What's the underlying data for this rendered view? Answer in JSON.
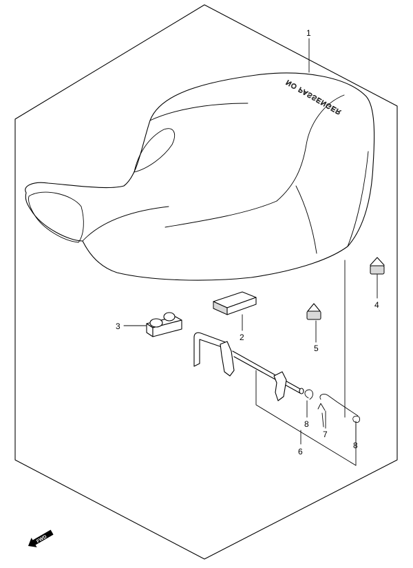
{
  "diagram": {
    "seat_inscription": "NO PASSENGER",
    "fwd_label": "FWD",
    "callouts": [
      {
        "id": "1",
        "label": "1"
      },
      {
        "id": "2",
        "label": "2"
      },
      {
        "id": "3",
        "label": "3"
      },
      {
        "id": "4",
        "label": "4"
      },
      {
        "id": "5",
        "label": "5"
      },
      {
        "id": "6",
        "label": "6"
      },
      {
        "id": "7",
        "label": "7"
      },
      {
        "id": "8a",
        "label": "8"
      },
      {
        "id": "8b",
        "label": "8"
      }
    ]
  }
}
